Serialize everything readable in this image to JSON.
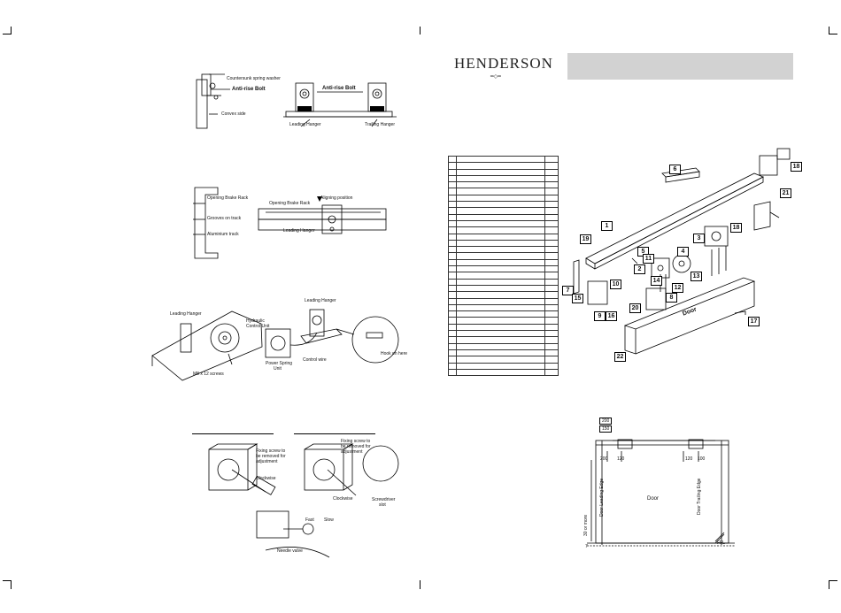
{
  "brand": {
    "logo_text": "HENDERSON",
    "logo_ornament": "═◇═"
  },
  "fig1": {
    "countersunk": "Countersunk spring washer",
    "anti_rise_left": "Anti-rise Bolt",
    "convex_side": "Convex side",
    "anti_rise_right": "Anti-rise Bolt",
    "leading_hanger": "Leading Hanger",
    "trailing_hanger": "Trailing Hanger"
  },
  "fig2": {
    "opening_brake_rack": "Opening Brake Rack",
    "grooves": "Grooves on track",
    "aluminium": "Aluminium track",
    "rack2": "Opening Brake Rack",
    "aligning": "Aligning position",
    "leading_hanger": "Leading Hanger"
  },
  "fig3": {
    "leading_hanger": "Leading Hanger",
    "hydraulic": "Hydraulic",
    "control_unit": "Control Unit",
    "leading_hanger2": "Leading Hanger",
    "screws": "M8 x 12 screws",
    "power_spring": "Power Spring",
    "unit": "Unit",
    "control_wire": "Control wire",
    "hook_here": "Hook on here"
  },
  "fig4": {
    "fixing_left_1": "Fixing screw to",
    "fixing_left_2": "be removed for",
    "fixing_left_3": "adjustment",
    "clockwise": "Clockwise",
    "fixing_right_1": "Fixing screw to",
    "fixing_right_2": "be removed for",
    "fixing_right_3": "adjustment",
    "clockwise2": "Clockwise",
    "screwdriver": "Screwdriver",
    "slot": "slot",
    "fast": "Fast",
    "slow": "Slow",
    "needle_valve": "Needle valve"
  },
  "exploded": {
    "callouts": [
      "1",
      "2",
      "3",
      "4",
      "5",
      "6",
      "7",
      "8",
      "9",
      "10",
      "11",
      "12",
      "13",
      "14",
      "15",
      "16",
      "17",
      "18",
      "18",
      "19",
      "20",
      "21",
      "22"
    ],
    "door_label": "Door"
  },
  "parts_table": {
    "rows": 34
  },
  "install": {
    "dim_200_top": "200",
    "dim_150": "150",
    "dim_200_left": "200",
    "dim_120_left": "120",
    "dim_120_right": "120",
    "dim_100": "100",
    "door": "Door",
    "leading_edge": "Door Leading Edge",
    "trailing_edge": "Door Trailing Edge",
    "thirty_or_more": "30 or more",
    "seven": "7",
    "ffl": "FFL"
  }
}
